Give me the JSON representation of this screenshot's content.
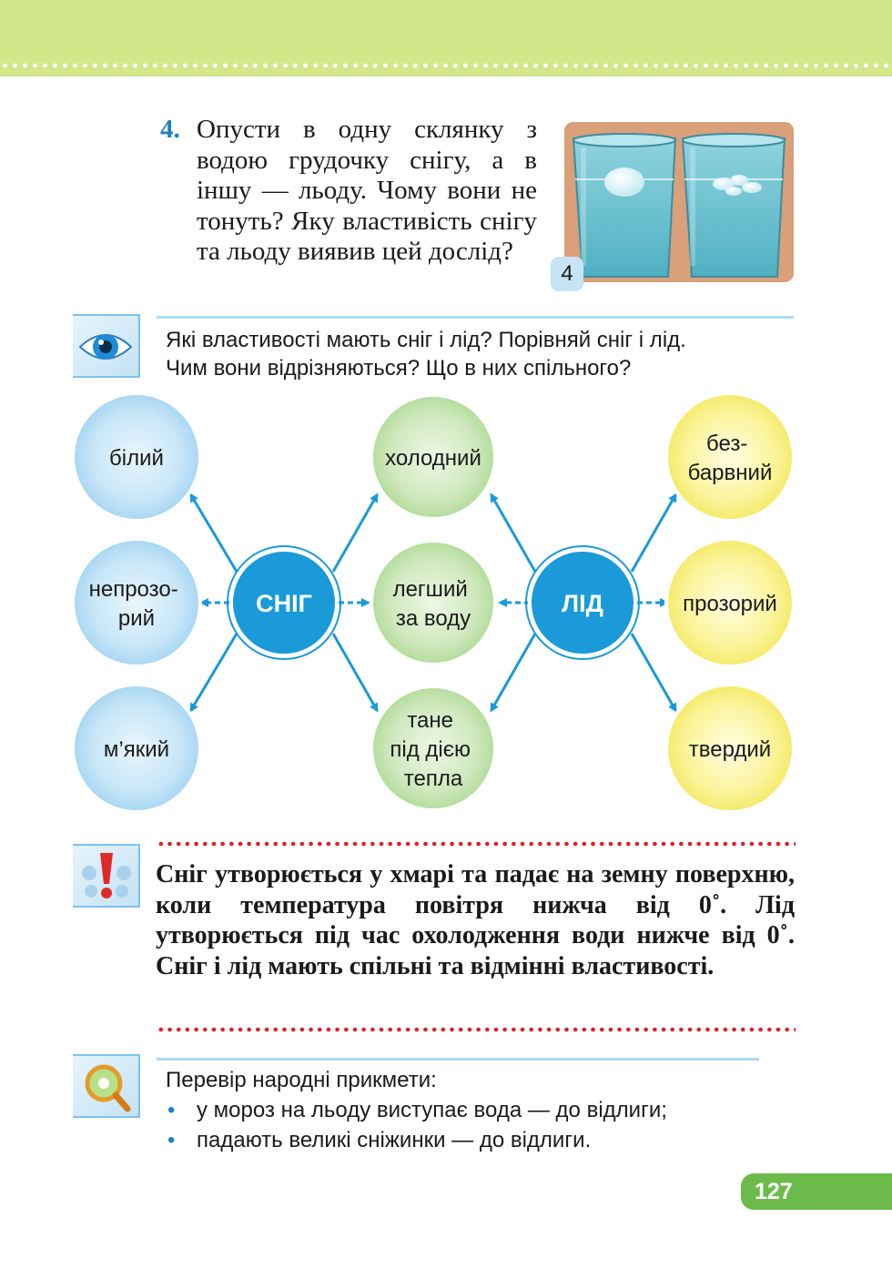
{
  "colors": {
    "header_band": "#d4e68a",
    "accent_blue": "#1e7fc4",
    "dotted_red": "#d8232a",
    "page_number_bg": "#6cbb4a"
  },
  "task": {
    "number": "4.",
    "text": "Опусти в одну склянку з водою грудочку снігу, а в іншу — льоду. Чому вони не тонуть? Яку властивість снігу та льоду виявив цей дослід?",
    "figure_label": "4"
  },
  "observe": {
    "icon": "eye-icon",
    "lines": [
      "Які властивості мають сніг і лід? Порівняй сніг і лід.",
      "Чим вони відрізняються? Що в них спільного?"
    ]
  },
  "diagram": {
    "snow_hub": "СНІГ",
    "ice_hub": "ЛІД",
    "snow_properties": [
      [
        "білий"
      ],
      [
        "непрозо-",
        "рий"
      ],
      [
        "м’який"
      ]
    ],
    "common_properties": [
      [
        "холодний"
      ],
      [
        "легший",
        "за воду"
      ],
      [
        "тане",
        "під дією",
        "тепла"
      ]
    ],
    "ice_properties": [
      [
        "без-",
        "барвний"
      ],
      [
        "прозорий"
      ],
      [
        "твердий"
      ]
    ]
  },
  "remember": {
    "icon": "exclamation-icon",
    "text": "Сніг утворюється у хмарі та падає на земну поверхню, коли температура повітря нижча від 0˚. Лід утворюється під час охолодження води нижче від 0˚. Сніг і лід мають спільні та відмінні властивості."
  },
  "check": {
    "icon": "magnifier-icon",
    "title": "Перевір народні прикмети:",
    "items": [
      "у мороз на льоду виступає вода — до відлиги;",
      "падають великі сніжинки — до відлиги."
    ]
  },
  "page_number": "127"
}
